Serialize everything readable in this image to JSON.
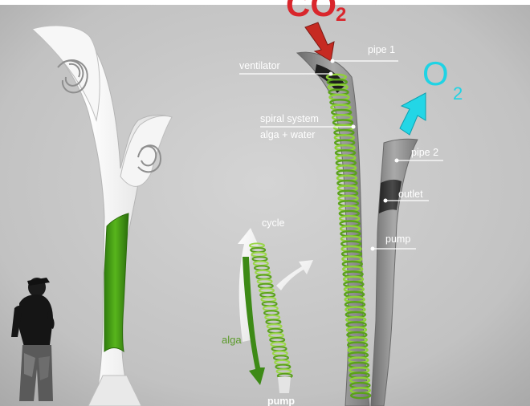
{
  "diagram": {
    "co2": {
      "main": "CO",
      "sub": "2",
      "color": "#d9262c"
    },
    "o2": {
      "main": "O",
      "sub": "2",
      "color": "#1fd3e4"
    },
    "labels": {
      "pipe1": "pipe 1",
      "ventilator": "ventilator",
      "spiral_system": "spiral system",
      "alga_water": "alga + water",
      "pipe2": "pipe 2",
      "outlet": "outlet",
      "pump_main": "pump",
      "cycle": "cycle",
      "alga": "alga",
      "pump_cycle": "pump"
    },
    "colors": {
      "background": "#bfbfbf",
      "tube_body": "#f2f2f2",
      "dark_pipe": "#3a3a3a",
      "spiral_green": "#7fbf2a",
      "alga_label": "#5b9a2a",
      "label_text": "#ffffff"
    }
  }
}
